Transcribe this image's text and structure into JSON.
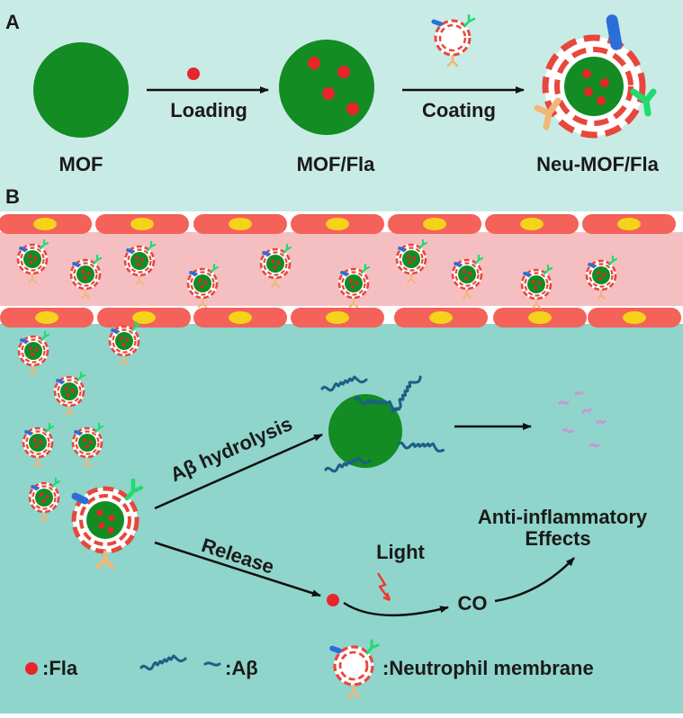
{
  "colors": {
    "panel_a_bg": "#c9ebe6",
    "panel_b_bg": "#8fd5cb",
    "mof": "#128c23",
    "fla": "#e8242c",
    "membrane": "#e7473c",
    "rbc": "#f4625a",
    "rbc_nucleus": "#f5d31a",
    "vessel": "#f5bfc2",
    "abeta": "#1d5f86",
    "receptor_blue": "#2b6fd6",
    "receptor_green": "#1fdc6e",
    "receptor_tan": "#f1b777",
    "fragments": "#c898d2",
    "lightning": "#f23a30"
  },
  "panel_a": {
    "label": "A",
    "mof_label": "MOF",
    "mof_fla_label": "MOF/Fla",
    "neu_label": "Neu-MOF/Fla",
    "loading_label": "Loading",
    "coating_label": "Coating"
  },
  "panel_b": {
    "label": "B",
    "hydrolysis_label": "Aβ hydrolysis",
    "release_label": "Release",
    "light_label": "Light",
    "co_label": "CO",
    "effects_line1": "Anti-inflammatory",
    "effects_line2": "Effects"
  },
  "legend": {
    "fla": ":Fla",
    "abeta": ":Aβ",
    "membrane": ":Neutrophil membrane"
  },
  "icons": [
    "mof-sphere-icon",
    "fla-dot-icon",
    "neutrophil-membrane-icon",
    "nanoparticle-icon",
    "red-blood-cell-icon",
    "abeta-fibril-icon",
    "lightning-icon",
    "fragment-icon"
  ]
}
